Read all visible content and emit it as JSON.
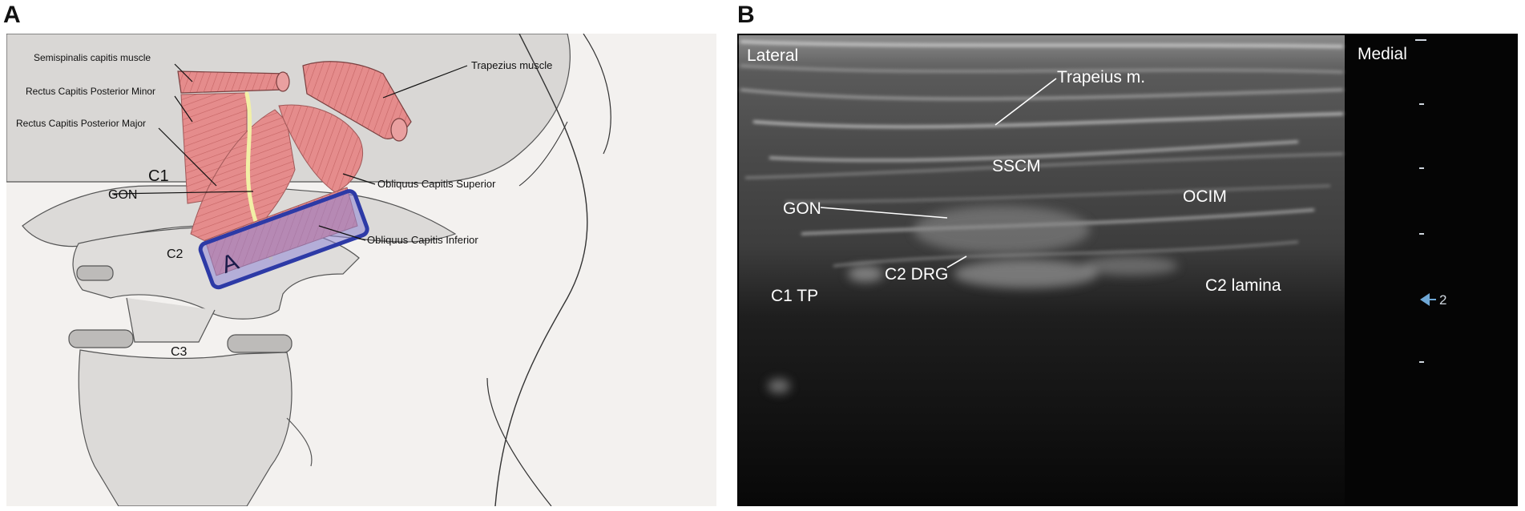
{
  "panels": {
    "a_letter": "A",
    "b_letter": "B"
  },
  "illustration": {
    "labels": {
      "semispinalis": "Semispinalis capitis muscle",
      "rcp_minor": "Rectus Capitis Posterior Minor",
      "rcp_major": "Rectus Capitis Posterior Major",
      "trapezius": "Trapezius muscle",
      "oblique_superior": "Obliquus Capitis Superior",
      "oblique_inferior": "Obliquus Capitis Inferior",
      "c1": "C1",
      "gon": "GON",
      "c2": "C2",
      "c3": "C3",
      "probe_letter": "A"
    },
    "colors": {
      "muscle": "#e58c8c",
      "probe_border": "#2d3aa6",
      "probe_fill": "#8f86d6",
      "nerve": "#f2f0a6"
    }
  },
  "ultrasound": {
    "labels": {
      "lateral": "Lateral",
      "medial": "Medial",
      "trapezius": "Trapeius m.",
      "sscm": "SSCM",
      "gon": "GON",
      "ocim": "OCIM",
      "c2_drg": "C2 DRG",
      "c1_tp": "C1 TP",
      "c2_lamina": "C2 lamina",
      "focus_depth": "2"
    },
    "colors": {
      "focus_marker": "#6fa8d6"
    }
  }
}
